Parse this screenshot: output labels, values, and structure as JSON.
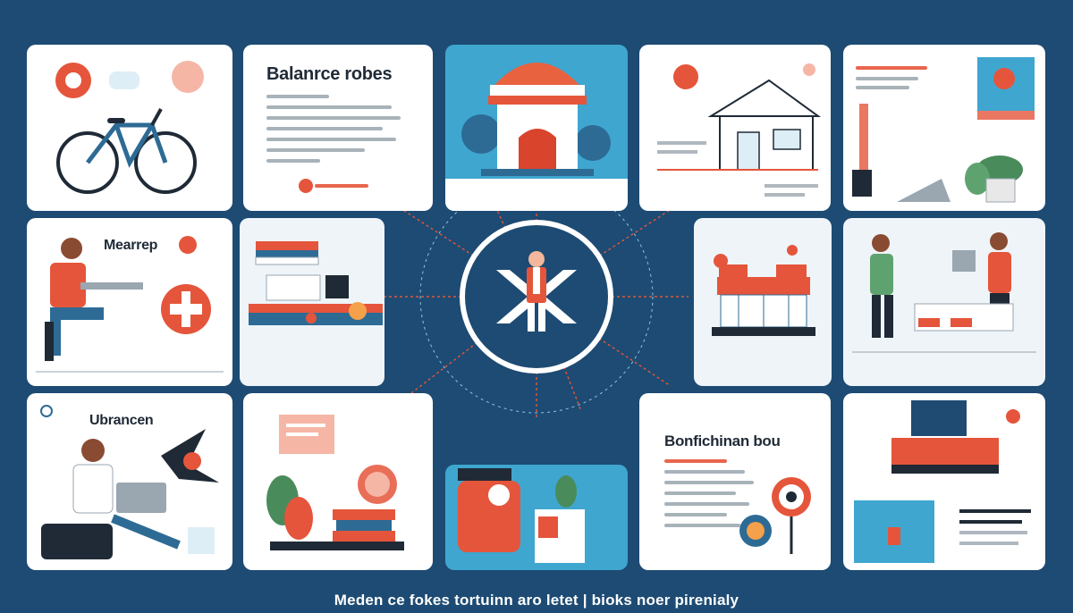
{
  "colors": {
    "background": "#1d4b73",
    "accent_red": "#e5553b",
    "accent_blue": "#3fa6cf",
    "card": "#ffffff",
    "center_circle": "#1d4b73"
  },
  "cards": {
    "balance": {
      "title": "Balanrce robes"
    },
    "meanrep": {
      "title": "Mearrep"
    },
    "ubranch": {
      "title": "Ubrancen"
    },
    "bonfichinan": {
      "title": "Bonfichinan bou"
    },
    "bottom_right": {
      "title": "Bottom-right note"
    }
  },
  "icons": {
    "center": "person-icon",
    "bike": "bicycle-icon",
    "temple": "temple-icon"
  },
  "footer": {
    "caption": "Meden ce fokes tortuinn aro letet | bioks noer pirenialy"
  }
}
